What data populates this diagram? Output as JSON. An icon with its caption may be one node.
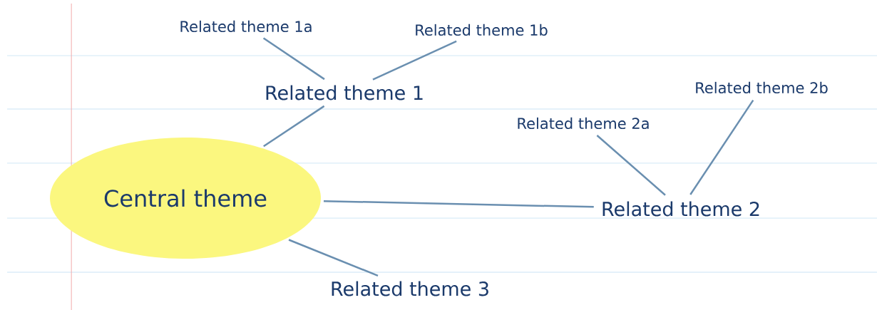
{
  "diagram": {
    "nodes": [
      {
        "text": [
          "Central theme"
        ]
      },
      {
        "text": [
          "Related theme 1"
        ]
      },
      {
        "text": [
          "Related theme 1a"
        ]
      },
      {
        "text": [
          "Related theme 1b"
        ]
      },
      {
        "text": [
          "Related theme 2"
        ]
      },
      {
        "text": [
          "Related theme 2a"
        ]
      },
      {
        "text": [
          "Related theme  2b"
        ]
      },
      {
        "text": [
          "Related theme 3"
        ]
      }
    ],
    "edges": [
      {
        "from": 0,
        "to": 1,
        "arrow": "none"
      },
      {
        "from": 1,
        "to": 2,
        "arrow": "none"
      },
      {
        "from": 1,
        "to": 3,
        "arrow": "none"
      },
      {
        "from": 0,
        "to": 4,
        "arrow": "none"
      },
      {
        "from": 4,
        "to": 5,
        "arrow": "none"
      },
      {
        "from": 4,
        "to": 6,
        "arrow": "none"
      },
      {
        "from": 0,
        "to": 7,
        "arrow": "none"
      }
    ]
  }
}
